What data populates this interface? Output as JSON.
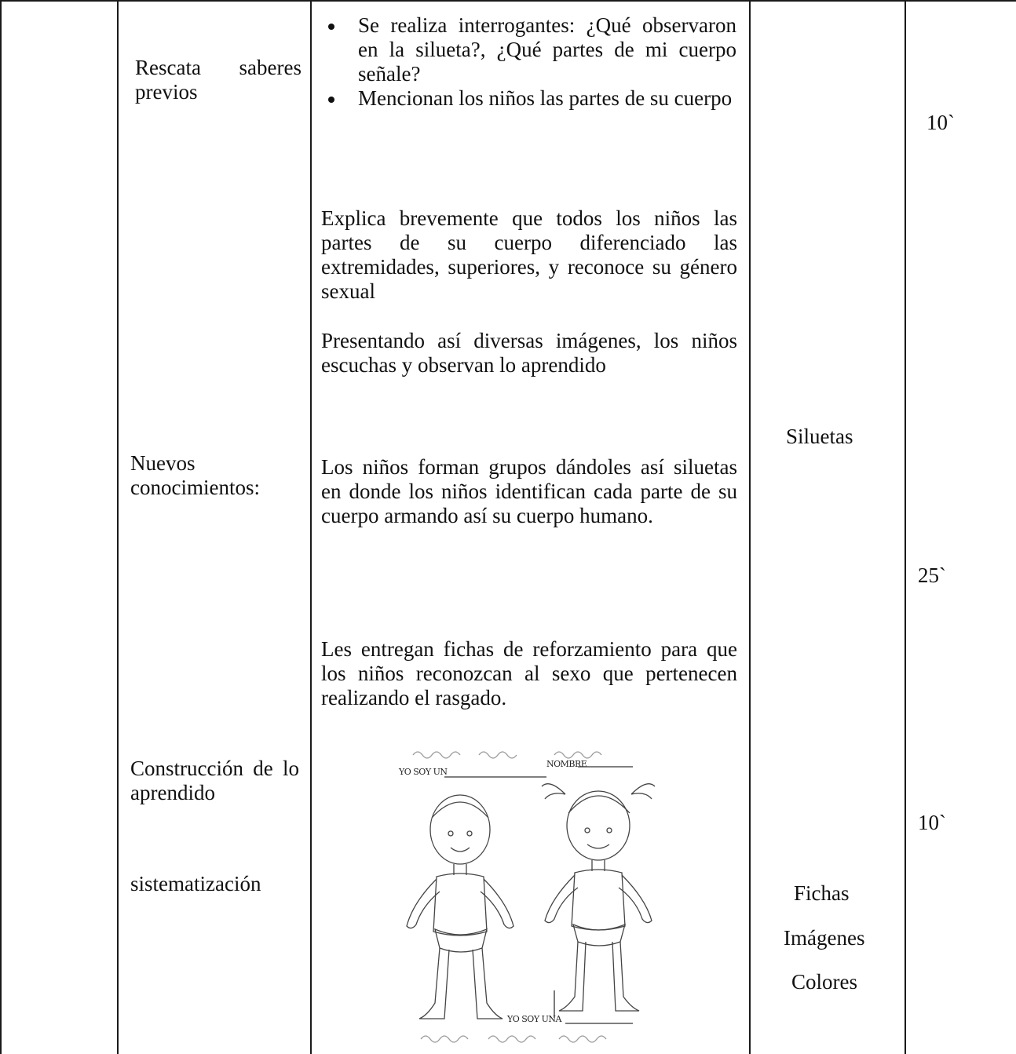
{
  "rows": [
    {
      "moment": "Rescata saberes previos",
      "bullets": [
        "Se realiza interrogantes: ¿Qué observaron en la silueta?, ¿Qué partes de mi cuerpo señale?",
        "Mencionan los niños las partes de su cuerpo"
      ],
      "time": "10`"
    },
    {
      "moment": "Nuevos conocimientos:",
      "paragraphs": [
        "Explica brevemente que todos los niños las partes de su cuerpo diferenciado las extremidades, superiores, y reconoce su género sexual",
        "Presentando así diversas imágenes, los niños escuchas y observan lo aprendido",
        "Los niños forman grupos dándoles así siluetas en donde los niños identifican cada parte de su cuerpo armando así su cuerpo humano.",
        "Les entregan fichas de reforzamiento para que los niños reconozcan al sexo que pertenecen realizando el rasgado."
      ],
      "resource": "Siluetas",
      "time": "25`"
    },
    {
      "moment": "Construcción de lo aprendido",
      "time": "10`"
    },
    {
      "moment": "sistematización",
      "resources": [
        "Fichas",
        "Imágenes",
        "Colores"
      ]
    }
  ],
  "worksheet": {
    "name_label": "NOMBRE",
    "label_boy": "YO SOY UN",
    "label_girl": "YO SOY UNA"
  }
}
